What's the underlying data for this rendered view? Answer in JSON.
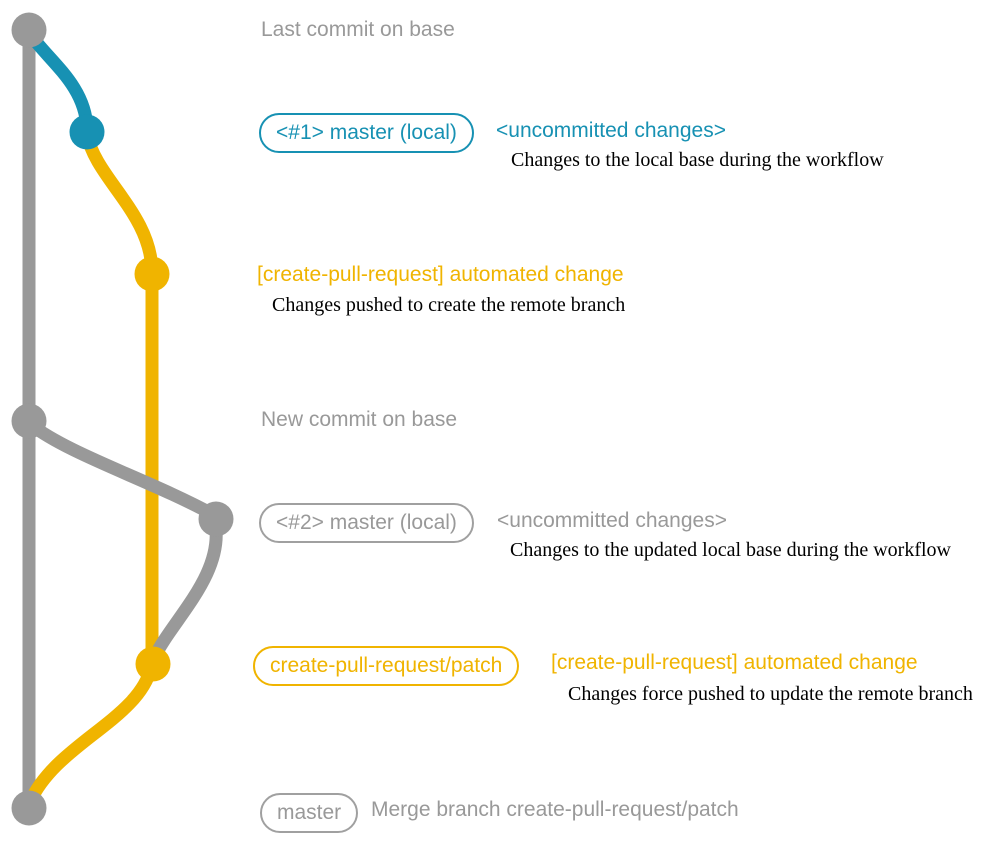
{
  "colors": {
    "base_gray": "#999999",
    "local_blue": "#1791b3",
    "patch_yellow": "#f0b400",
    "description_black": "#000000"
  },
  "labels": {
    "last_commit_on_base": "Last commit on base",
    "new_commit_on_base": "New commit on base",
    "merge_branch": "Merge branch create-pull-request/patch"
  },
  "badges": {
    "master_local_1": "<#1> master (local)",
    "master_local_2": "<#2> master (local)",
    "patch_branch": "create-pull-request/patch",
    "master_final": "master"
  },
  "notes": {
    "uncommitted_1": "<uncommitted changes>",
    "uncommitted_2": "<uncommitted changes>",
    "automated_change_1": "[create-pull-request] automated change",
    "automated_change_2": "[create-pull-request] automated change"
  },
  "descriptions": {
    "local_base": "Changes to the local base during the workflow",
    "pushed_create": "Changes pushed to create the remote branch",
    "updated_local_base": "Changes to the updated local base during the workflow",
    "force_pushed": "Changes force pushed to update the remote branch"
  },
  "graph": {
    "nodes": [
      {
        "id": "last-commit-on-base",
        "branch": "base",
        "color": "#999999"
      },
      {
        "id": "local-uncommitted-1",
        "branch": "local",
        "color": "#1791b3"
      },
      {
        "id": "patch-commit-1",
        "branch": "patch",
        "color": "#f0b400"
      },
      {
        "id": "new-commit-on-base",
        "branch": "base",
        "color": "#999999"
      },
      {
        "id": "local-uncommitted-2",
        "branch": "local",
        "color": "#999999"
      },
      {
        "id": "patch-commit-2",
        "branch": "patch",
        "color": "#f0b400"
      },
      {
        "id": "merge-commit",
        "branch": "base",
        "color": "#999999"
      }
    ]
  }
}
